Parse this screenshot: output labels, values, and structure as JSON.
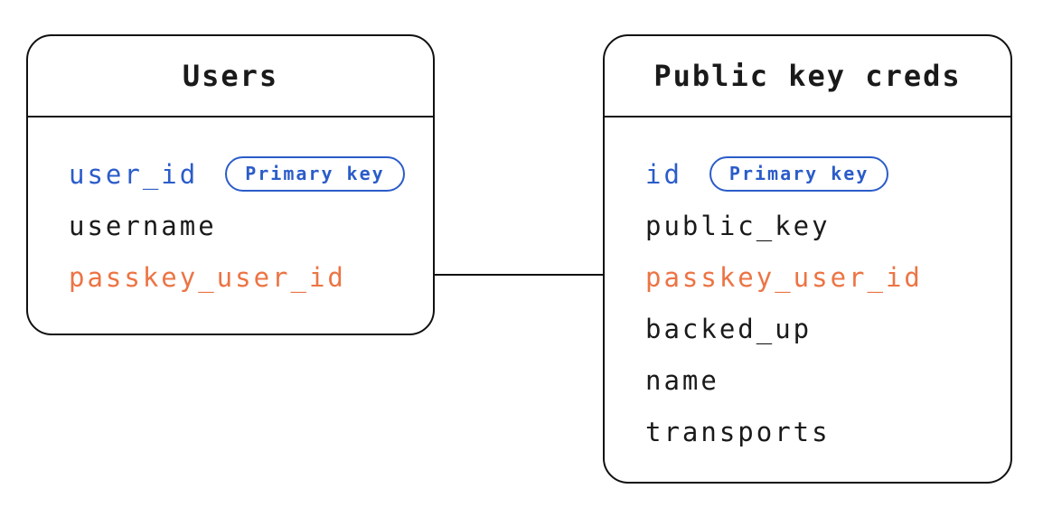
{
  "diagram": {
    "tables": [
      {
        "name": "Users",
        "fields": [
          {
            "name": "user_id",
            "role": "primary",
            "badge": "Primary key"
          },
          {
            "name": "username",
            "role": "normal"
          },
          {
            "name": "passkey_user_id",
            "role": "foreign"
          }
        ]
      },
      {
        "name": "Public key creds",
        "fields": [
          {
            "name": "id",
            "role": "primary",
            "badge": "Primary key"
          },
          {
            "name": "public_key",
            "role": "normal"
          },
          {
            "name": "passkey_user_id",
            "role": "foreign"
          },
          {
            "name": "backed_up",
            "role": "normal"
          },
          {
            "name": "name",
            "role": "normal"
          },
          {
            "name": "transports",
            "role": "normal"
          }
        ]
      }
    ],
    "relationship": {
      "from": "Users.passkey_user_id",
      "to": "Public key creds.passkey_user_id"
    },
    "colors": {
      "primary_key_blue": "#2b5cc9",
      "foreign_key_orange": "#ec7444",
      "text_black": "#1a1a1a",
      "border_black": "#111111",
      "background": "#ffffff"
    }
  }
}
